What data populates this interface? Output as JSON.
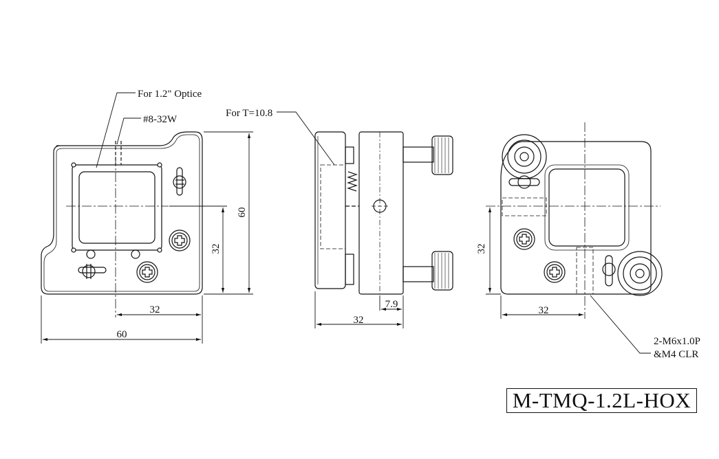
{
  "labels": {
    "optic": "For  1.2\"  Optice",
    "screw": "#8-32W",
    "thickness": "For T=10.8",
    "tap_line1": "2-M6x1.0P",
    "tap_line2": "&M4 CLR"
  },
  "dimensions": {
    "front_width": "60",
    "front_height": "60",
    "front_center_h": "32",
    "front_center_v": "32",
    "side_depth": "32",
    "side_offset": "7.9",
    "back_center_h": "32",
    "back_center_v": "32"
  },
  "part_number": "M-TMQ-1.2L-HOX"
}
